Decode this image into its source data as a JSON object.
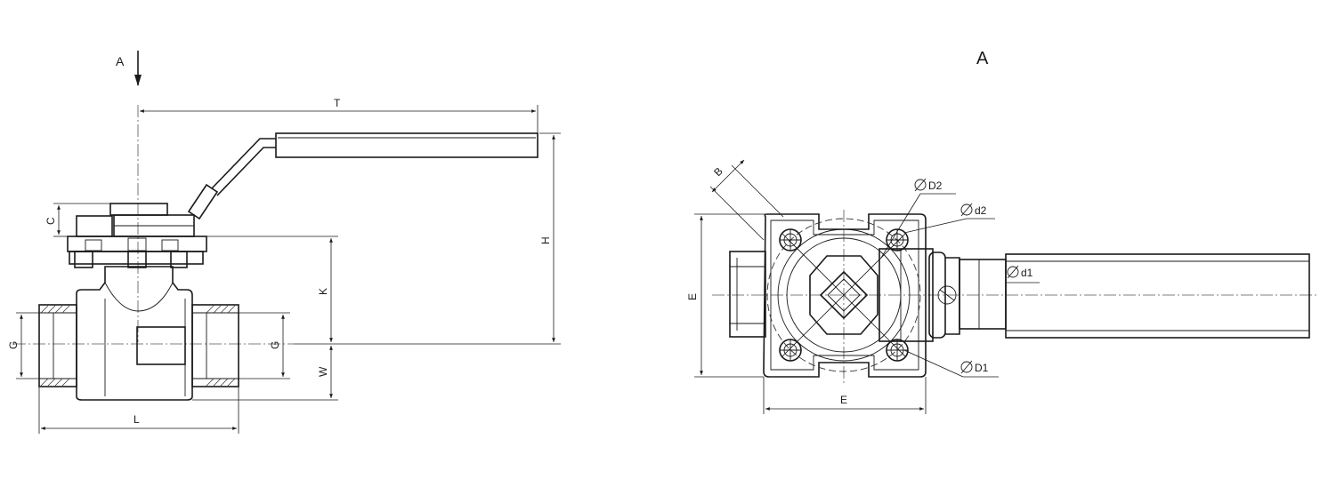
{
  "view_arrow_label": "A",
  "view_a_title": "A",
  "side_view": {
    "dims": {
      "T": "T",
      "H": "H",
      "C": "C",
      "K": "K",
      "W": "W",
      "G_left": "G",
      "G_right": "G",
      "L": "L"
    }
  },
  "top_view": {
    "dims": {
      "B": "B",
      "E_vertical": "E",
      "E_horizontal": "E",
      "D2": "D2",
      "d2": "d2",
      "d1": "d1",
      "D1": "D1"
    }
  }
}
